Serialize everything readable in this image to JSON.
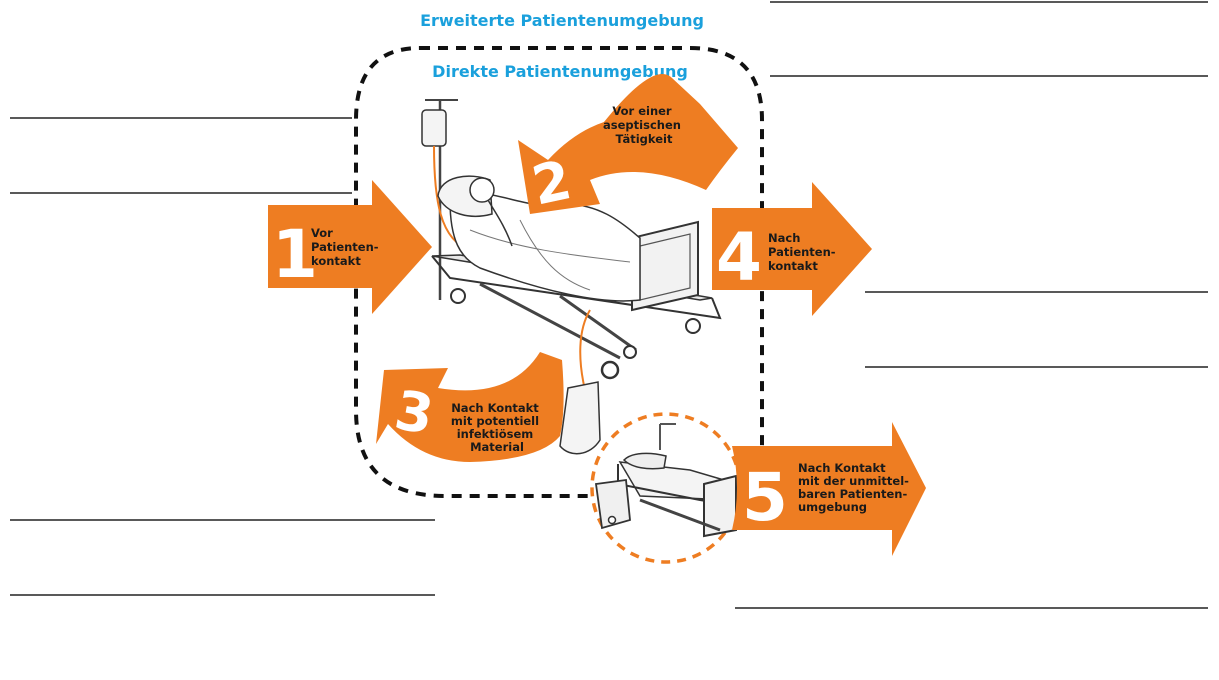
{
  "titles": {
    "outer": "Erweiterte Patientenumgebung",
    "inner": "Direkte Patientenumgebung"
  },
  "moments": [
    {
      "number": "1",
      "lines": [
        "Vor",
        "Patienten-",
        "kontakt"
      ]
    },
    {
      "number": "2",
      "lines": [
        "Vor einer",
        "aseptischen",
        "Tätigkeit"
      ]
    },
    {
      "number": "3",
      "lines": [
        "Nach Kontakt",
        "mit potentiell",
        "infektiösem",
        "Material"
      ]
    },
    {
      "number": "4",
      "lines": [
        "Nach",
        "Patienten-",
        "kontakt"
      ]
    },
    {
      "number": "5",
      "lines": [
        "Nach Kontakt",
        "mit der unmittel-",
        "baren Patienten-",
        "umgebung"
      ]
    }
  ],
  "colors": {
    "arrow": "#ee7d22",
    "title": "#1aa0dc",
    "border": "#111111",
    "secondary_border": "#ee7d22"
  }
}
